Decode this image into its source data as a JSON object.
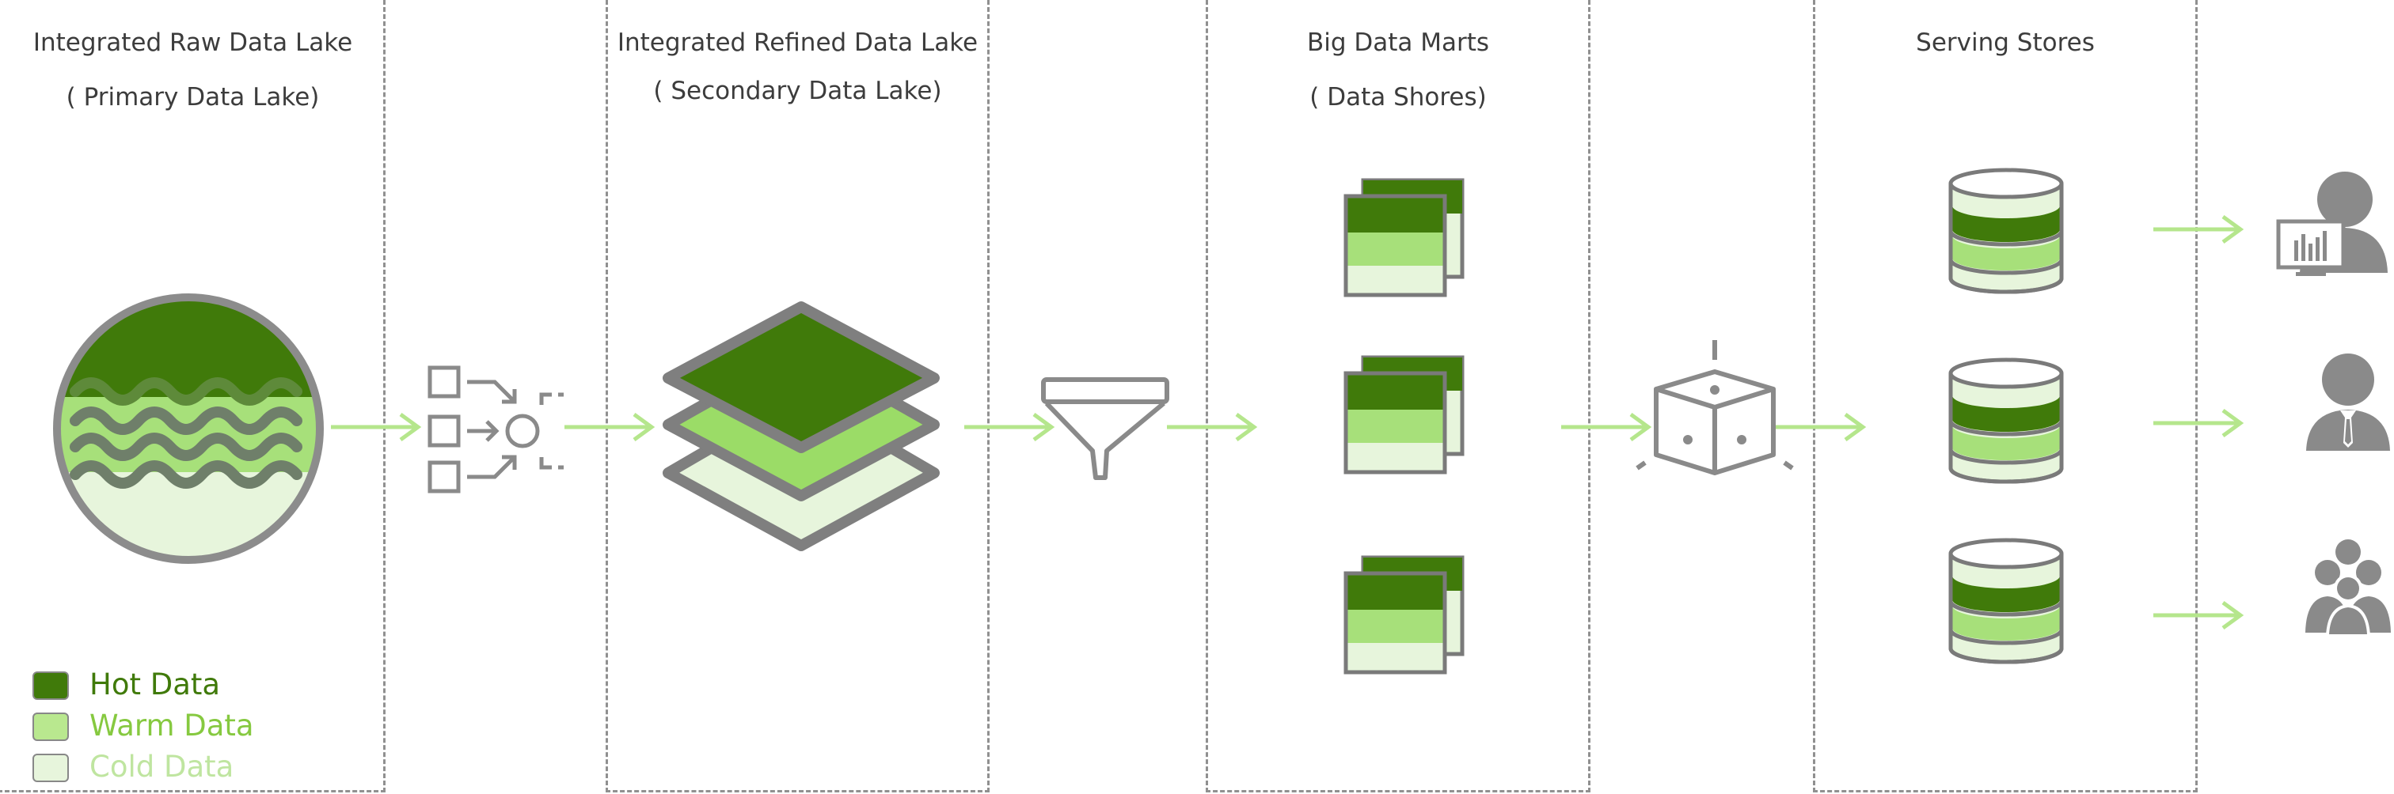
{
  "stages": [
    {
      "title": "Integrated Raw Data Lake",
      "subtitle": "( Primary Data Lake)"
    },
    {
      "title": "Integrated Refined Data Lake",
      "subtitle": "( Secondary Data Lake)"
    },
    {
      "title": "Big Data Marts",
      "subtitle": "( Data Shores)"
    },
    {
      "title": "Serving Stores",
      "subtitle": ""
    }
  ],
  "legend": [
    {
      "label": "Hot Data",
      "color": "#407a0a"
    },
    {
      "label": "Warm Data",
      "color": "#86c940"
    },
    {
      "label": "Cold Data",
      "color": "#bfe5a0"
    }
  ],
  "colors": {
    "hot": "#407a0a",
    "warm": "#a7e07a",
    "cold": "#e7f5dc",
    "outline": "#7a7a7a",
    "arrow": "#b5e68c",
    "icon_gray": "#8a8a8a",
    "border": "#909090"
  },
  "icons": [
    "lake-circle-icon",
    "transform-icon",
    "layers-icon",
    "funnel-icon",
    "data-mart-icon",
    "cube-icon",
    "database-icon",
    "analyst-icon",
    "businessman-icon",
    "group-icon"
  ]
}
